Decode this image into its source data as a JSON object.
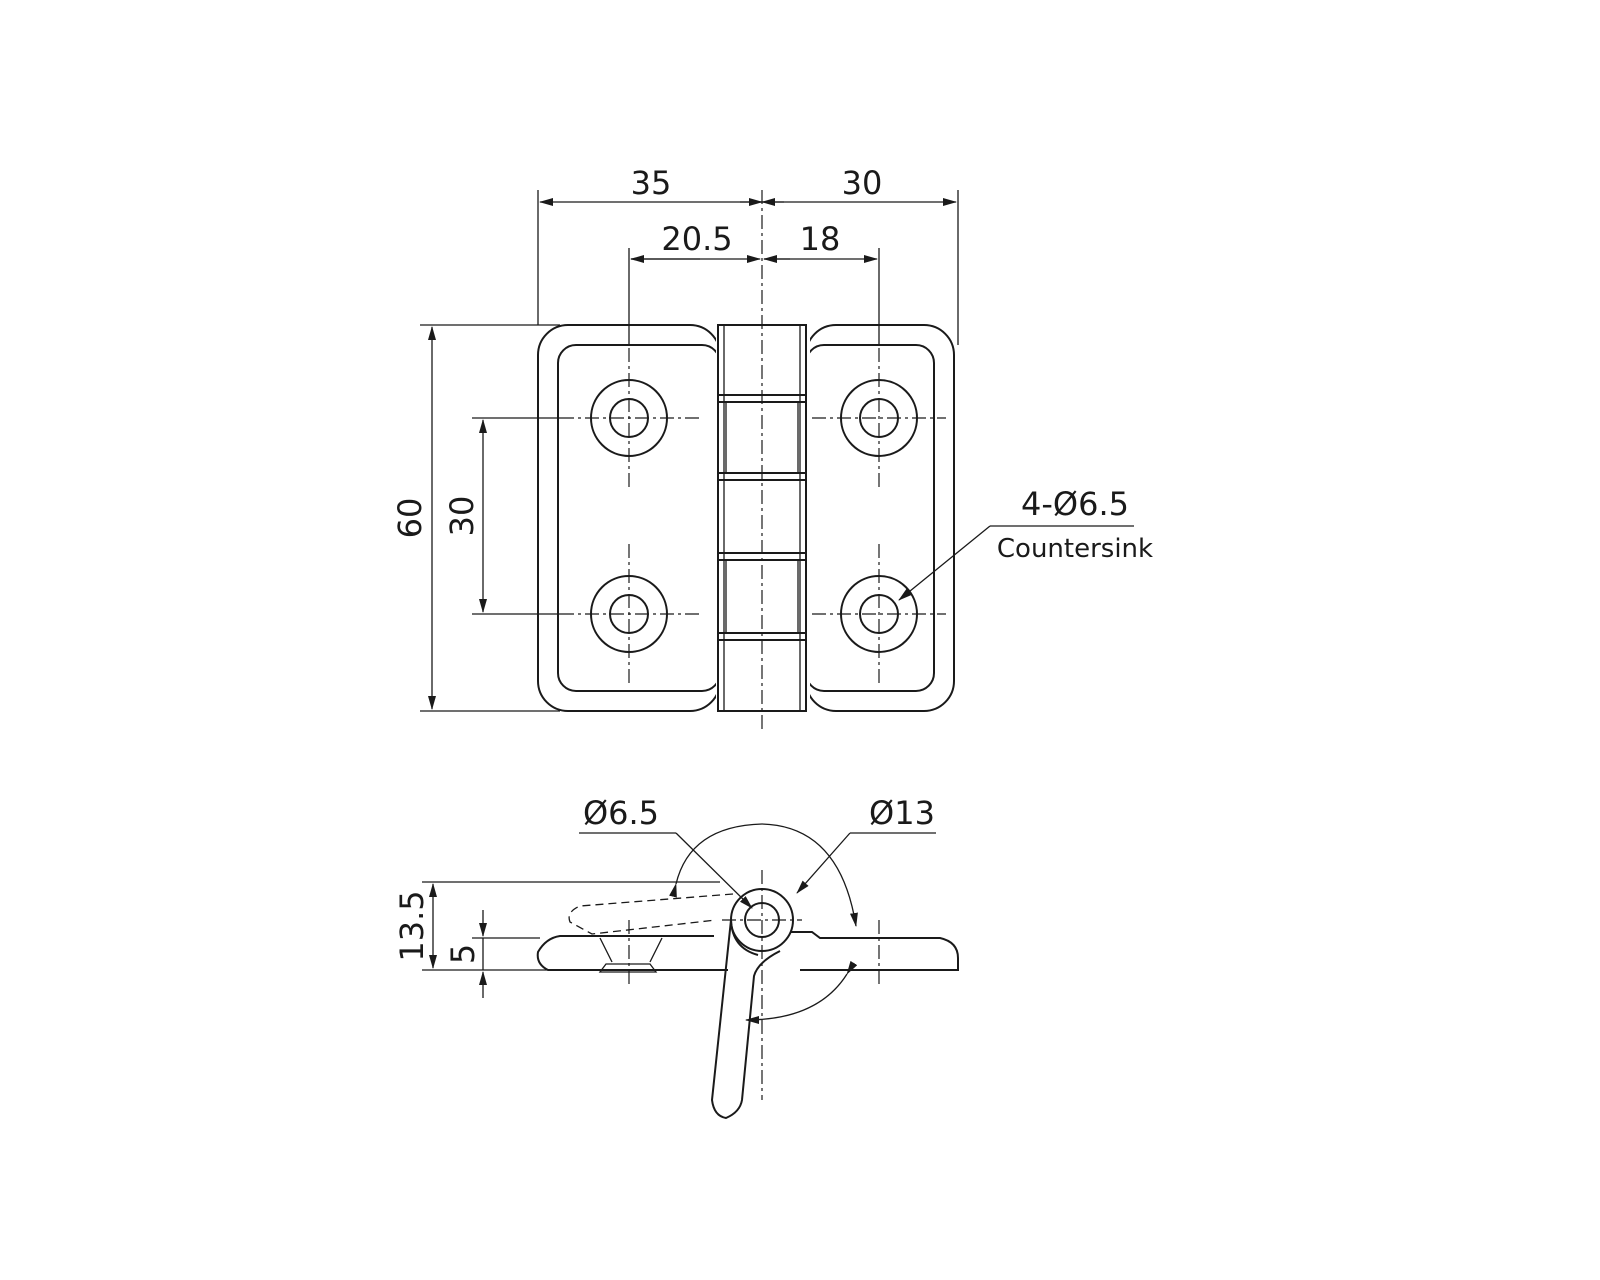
{
  "top_view": {
    "dims": {
      "overall_left": "35",
      "overall_right": "30",
      "hole_left": "20.5",
      "hole_right": "18",
      "height": "60",
      "hole_spacing": "30"
    },
    "callout_holes": "4-Ø6.5",
    "callout_countersink": "Countersink"
  },
  "side_view": {
    "pin_hole": "Ø6.5",
    "knuckle": "Ø13",
    "height_total": "13.5",
    "height_leaf": "5"
  }
}
